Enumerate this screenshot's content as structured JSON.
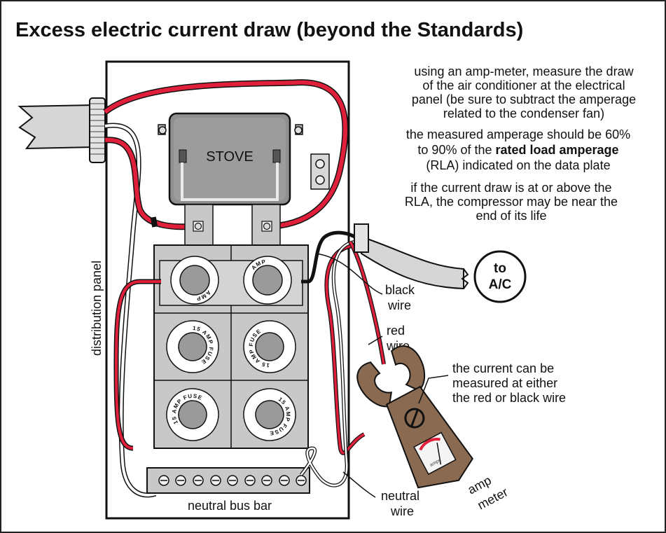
{
  "title": "Excess electric current draw (beyond the Standards)",
  "notes": {
    "p1": [
      "using an amp-meter, measure the draw",
      "of the air conditioner at the electrical",
      "panel (be sure to subtract the amperage",
      "related to the condenser fan)"
    ],
    "p2_line1": "the measured amperage should be 60%",
    "p2_line2_pre": "to 90% of the ",
    "p2_line2_bold": "rated load amperage",
    "p2_line3": "(RLA) indicated on the data plate",
    "p3": [
      "if the current draw is at or above the",
      "RLA, the compressor may be near the",
      "end of its life"
    ]
  },
  "labels": {
    "stove": "STOVE",
    "to_ac_line1": "to",
    "to_ac_line2": "A/C",
    "distribution_panel": "distribution panel",
    "neutral_bus_bar": "neutral bus bar",
    "black_wire": [
      "black",
      "wire"
    ],
    "red_wire": [
      "red",
      "wire"
    ],
    "neutral_wire": [
      "neutral",
      "wire"
    ],
    "current_note": [
      "the  current  can  be",
      "measured  at  either",
      "the red or black wire"
    ],
    "amp_meter": [
      "amp",
      "meter"
    ],
    "amps_dial": "amps",
    "fuse_text": "15 AMP FUSE",
    "upper_fuse_text": "AMP"
  },
  "colors": {
    "red_wire": "#e0203a",
    "black_wire": "#111111",
    "meter_body": "#8a6a50",
    "panel_gray": "#c8c8c8",
    "fuse_gray": "#9a9a9a"
  }
}
